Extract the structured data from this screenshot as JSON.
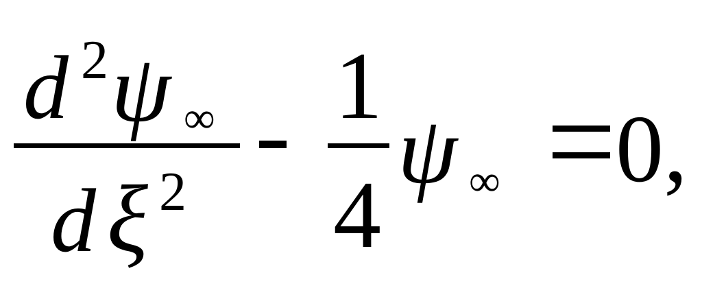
{
  "equation": {
    "numerator": {
      "d": "d",
      "exp": "2",
      "psi": "ψ",
      "sub": "∞"
    },
    "denominator": {
      "d": "d",
      "xi": "ξ",
      "exp": "2"
    },
    "minus": "-",
    "fraction": {
      "num": "1",
      "den": "4"
    },
    "psi": "ψ",
    "psi_sub": "∞",
    "equals": "=",
    "zero": "0",
    "comma": ","
  }
}
